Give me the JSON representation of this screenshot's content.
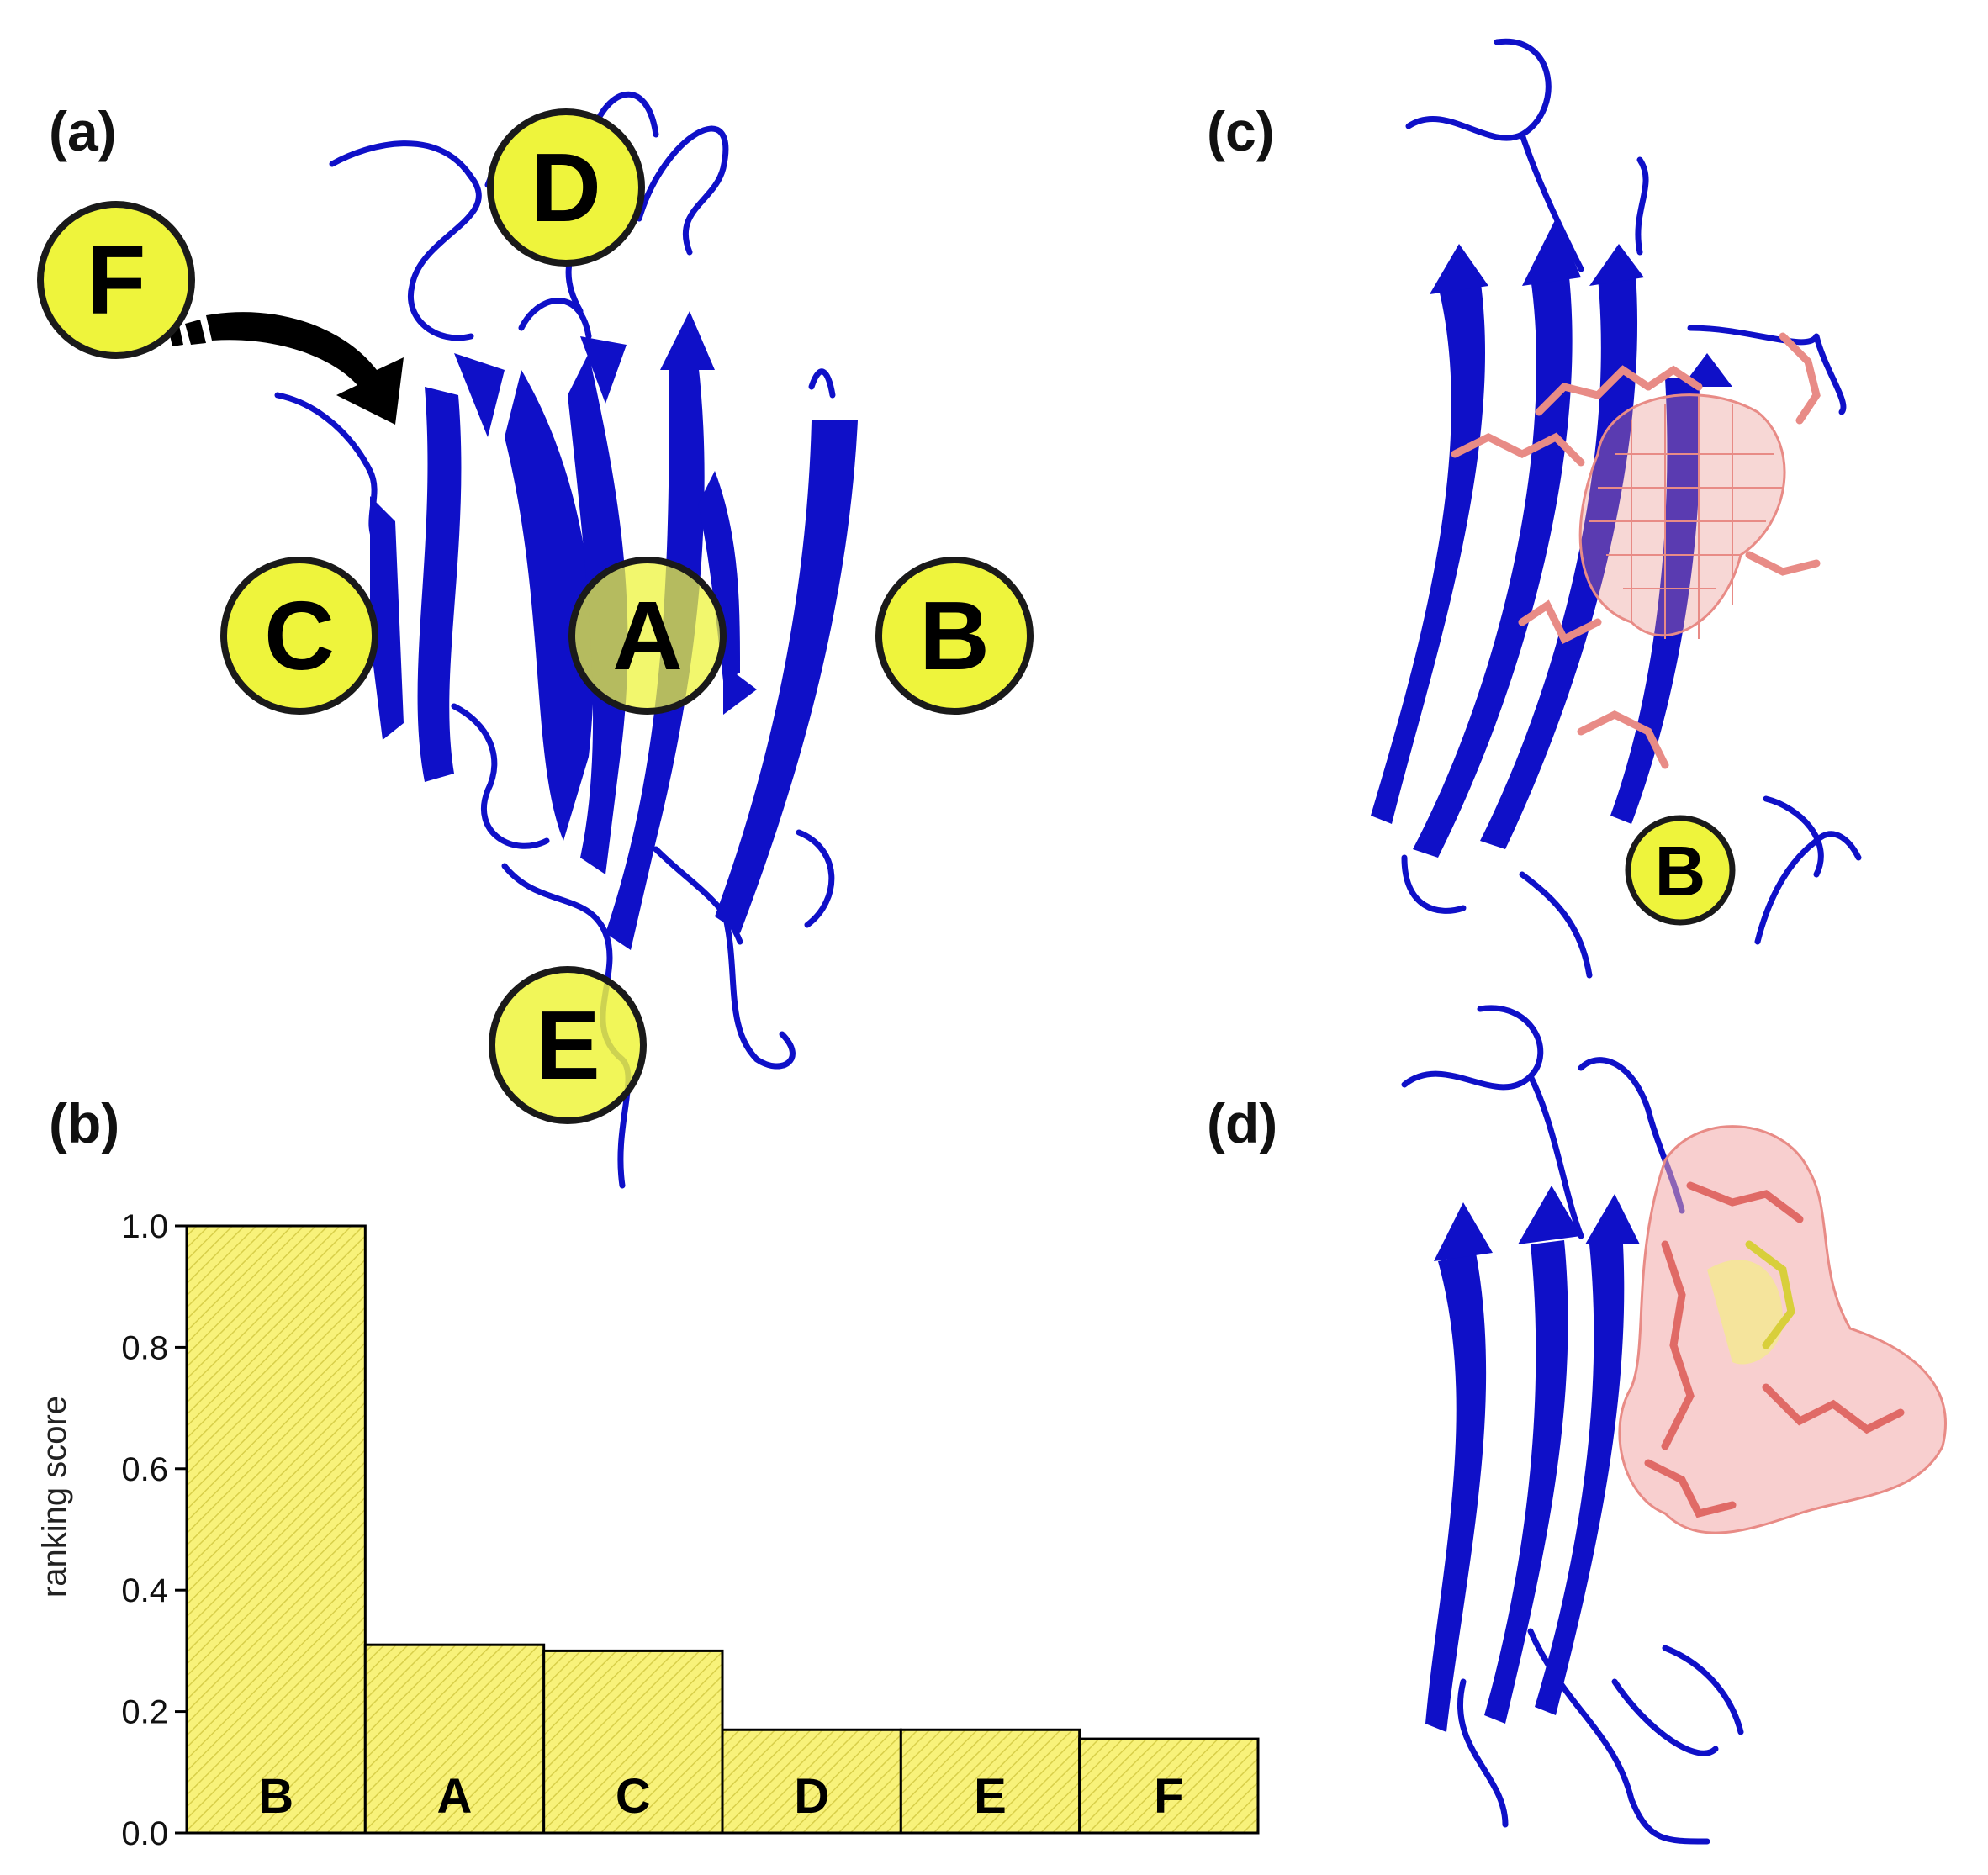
{
  "panels": {
    "a": {
      "label": "(a)",
      "sites": [
        "D",
        "F",
        "C",
        "A",
        "B",
        "E"
      ]
    },
    "b": {
      "label": "(b)"
    },
    "c": {
      "label": "(c)",
      "site": "B"
    },
    "d": {
      "label": "(d)"
    }
  },
  "colors": {
    "protein_ribbon": "#0f10c8",
    "site_marker_fill": "#eef43c",
    "site_marker_stroke": "#1a1a1a",
    "ligand": "#e88b86",
    "peptide_surface": "#f2a7a7",
    "disulfide": "#d8cf3a",
    "bar_fill": "#f8f27a",
    "arrow": "#000000"
  },
  "chart_data": {
    "type": "bar",
    "categories": [
      "B",
      "A",
      "C",
      "D",
      "E",
      "F"
    ],
    "values": [
      1.0,
      0.31,
      0.3,
      0.17,
      0.17,
      0.155
    ],
    "title": "",
    "xlabel": "",
    "ylabel": "ranking score",
    "ylim": [
      0.0,
      1.0
    ],
    "yticks": [
      "0.0",
      "0.2",
      "0.4",
      "0.6",
      "0.8",
      "1.0"
    ],
    "grid": false,
    "bar_pattern": "diagonal-hatch"
  }
}
